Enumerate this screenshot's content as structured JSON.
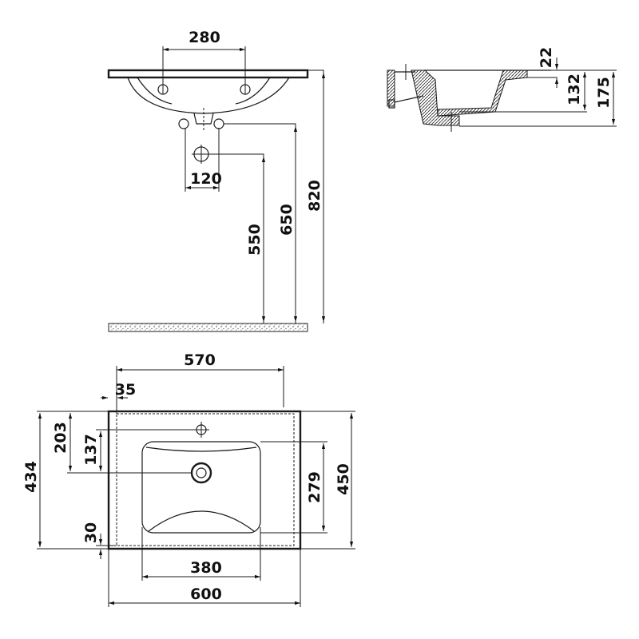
{
  "front_view": {
    "holes_spacing": "280",
    "pipes_spacing": "120",
    "drain_height": "550",
    "pipes_height": "650",
    "total_height": "820"
  },
  "side_view": {
    "rim_thickness": "22",
    "bowl_depth": "132",
    "total_depth": "175"
  },
  "plan_view": {
    "inner_width": "570",
    "side_margin": "35",
    "tap_to_drain": "203",
    "rim_to_drain": "137",
    "inner_depth": "434",
    "front_margin": "30",
    "bowl_depth": "279",
    "total_depth": "450",
    "bowl_width": "380",
    "total_width": "600"
  }
}
